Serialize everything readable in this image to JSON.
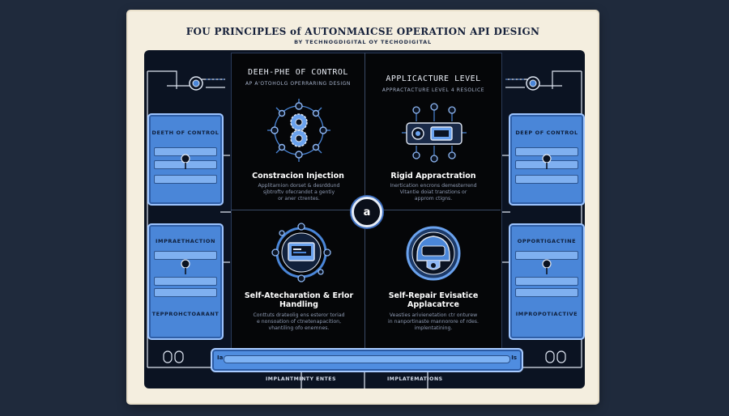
{
  "header": {
    "title": "FOU PRINCIPLES of AUTONMAICSE OPERATION API DESIGN",
    "subtitle": "BY TECHNOGDIGITAL OY TECHODIGITAL"
  },
  "quadrants": [
    {
      "heading": "DEEH-PHE OF CONTROL",
      "subheading": "AP A'OTOHOLG OPERRARING DESIGN",
      "title": "Constracion Injection",
      "description": [
        "Applitarnion dorset & desrddund",
        "sjbtroftv ofecrandot a gentiy",
        "or aner ctrentes."
      ]
    },
    {
      "heading": "APPLICACTURE LEVEL",
      "subheading": "APPRACTACTURE LEVEL 4 RESOLICE",
      "title": "Rigid Appractration",
      "description": [
        "Inertication encrons demesterrend",
        "Vitantie doiat transtions or",
        "approm ctigns."
      ]
    },
    {
      "heading": "",
      "subheading": "",
      "title": "Self-Atecharation & Erlor Handling",
      "description": [
        "Conttuts drateolig ens esteror toriad",
        "e nonsoation of ctnetenapacition,",
        "vhantiling ofo enemnes."
      ]
    },
    {
      "heading": "",
      "subheading": "",
      "title": "Self-Repair Evisatice Applacatrce",
      "description": [
        "Veasties arivienetation ctr onturew",
        "in nanportinaste mannorore of rdes.",
        "implentatining."
      ]
    }
  ],
  "side_panels": {
    "left_top": "DEETH OF CONTROL",
    "right_top": "DEEP OF CONTROL",
    "left_bottom_1": "IMPRAETHACTION",
    "left_bottom_2": "TEPPROHCTOARANT",
    "right_bottom_1": "OPPORTIGACTINE",
    "right_bottom_2": "IMPROPOTIACTIVE"
  },
  "bottom": {
    "left_label": "IMPLANTMINTY ENTES",
    "right_label": "IMPLATEMATIONS",
    "end_left": "Ia",
    "end_right": "Is"
  },
  "hub": {
    "label": "a"
  },
  "colors": {
    "poster_bg": "#f4eedf",
    "board_bg": "#0b1322",
    "panel_blue": "#4a86d8",
    "accent_blue": "#3e6fbf",
    "line_light": "#dfe6f2"
  },
  "icons": [
    "gear-cluster-icon",
    "gear-icon",
    "workflow-nodes-icon",
    "monitor-icon",
    "helmet-shield-icon",
    "lock-node-icon",
    "connector-node-icon"
  ]
}
